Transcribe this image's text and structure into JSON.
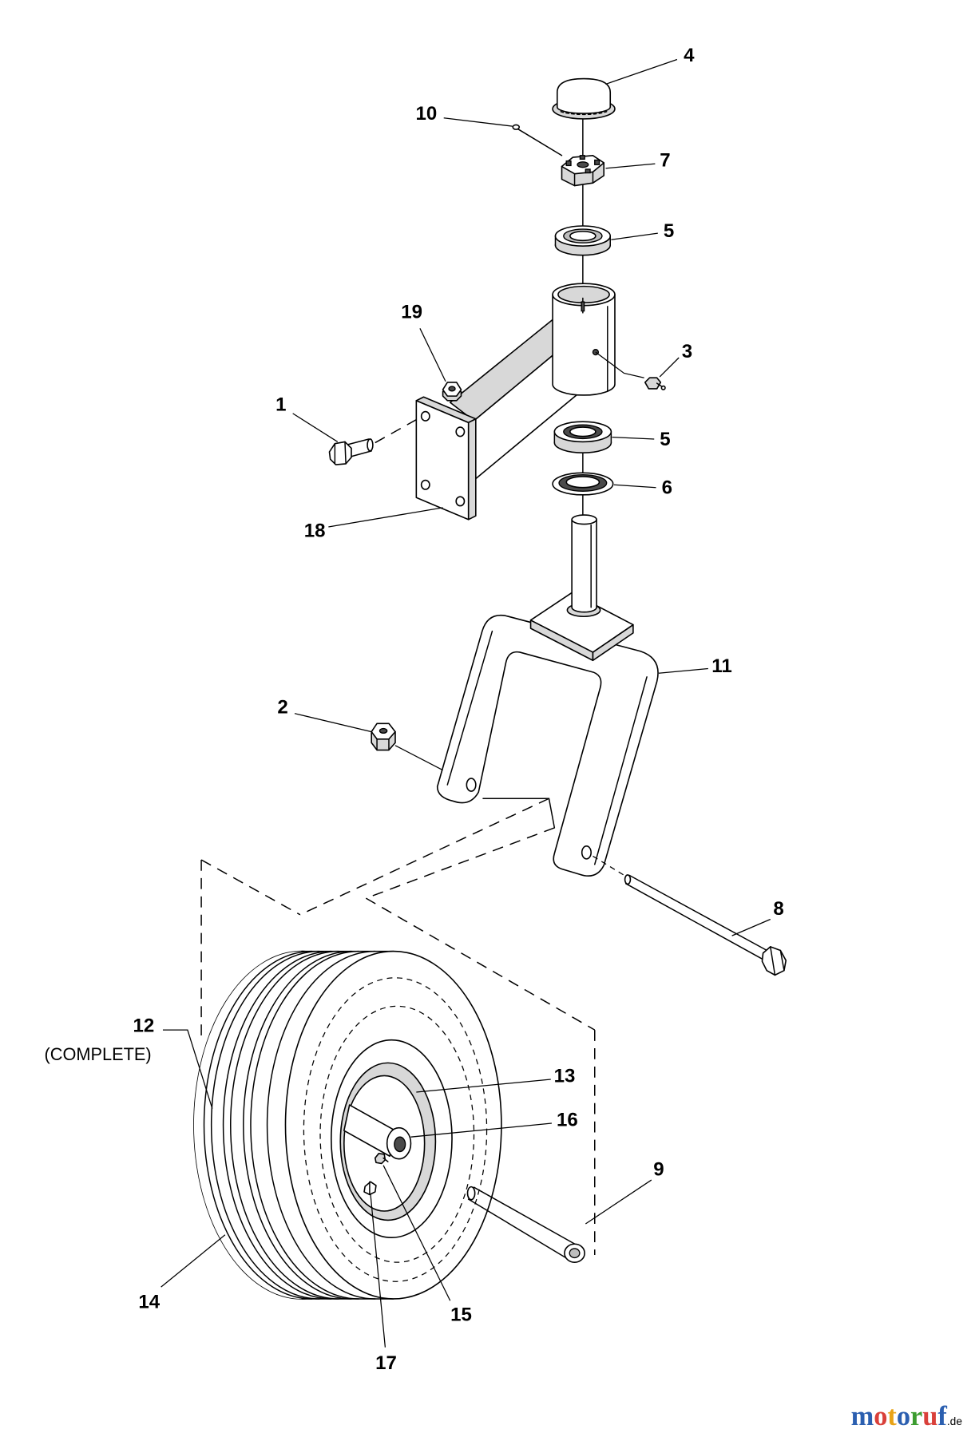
{
  "callouts": {
    "p4": "4",
    "p10": "10",
    "p7": "7",
    "p5_upper": "5",
    "p19": "19",
    "p3": "3",
    "p1": "1",
    "p5_lower": "5",
    "p6": "6",
    "p18": "18",
    "p11": "11",
    "p2": "2",
    "p8": "8",
    "p12": "12",
    "p12_note": "(COMPLETE)",
    "p13": "13",
    "p16": "16",
    "p9": "9",
    "p14": "14",
    "p15": "15",
    "p17": "17"
  },
  "watermark": {
    "brand": "motoruf",
    "suffix": ".de",
    "letter_colors": [
      "#2b5fb0",
      "#d9403a",
      "#e8a317",
      "#2b5fb0",
      "#3c9c2f",
      "#d9403a",
      "#2b5fb0"
    ]
  },
  "colors": {
    "line": "#000000",
    "shade": "#d8d8d8",
    "background": "#ffffff"
  }
}
